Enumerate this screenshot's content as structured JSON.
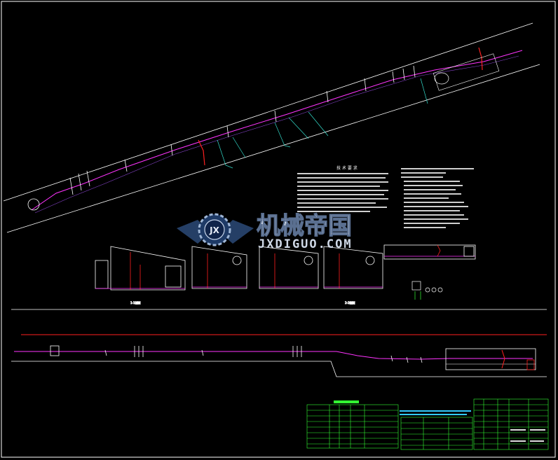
{
  "drawing": {
    "background": "#000000",
    "line_color": "#ffffff",
    "route_color": "#ff33ff",
    "accent_red": "#ff2020",
    "accent_cyan": "#33ddcc",
    "table_green": "#33ff33",
    "technical_notes": {
      "title": "技 术 要 求"
    },
    "sections": [
      {
        "label": "1-1剖面"
      },
      {
        "label": "2-2剖面"
      }
    ],
    "watermark": {
      "logo_letters": "JX",
      "cn": "机械帝国",
      "en": "JXDIGUO.COM"
    }
  }
}
